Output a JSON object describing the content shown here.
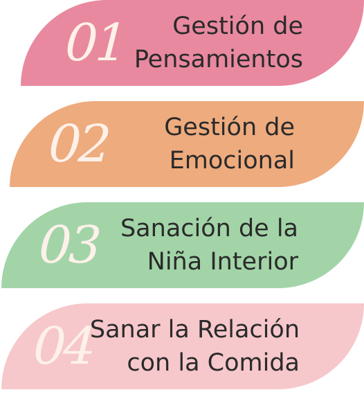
{
  "items": [
    {
      "number": "01",
      "line1": "Gestión de",
      "line2": "Pensamientos",
      "color": "#e8899f"
    },
    {
      "number": "02",
      "line1": "Gestión de",
      "line2": "Emocional",
      "color": "#eeab7e"
    },
    {
      "number": "03",
      "line1": "Sanación de la",
      "line2": "Niña Interior",
      "color": "#a2d4a8"
    },
    {
      "number": "04",
      "line1": "Sanar la Relación",
      "line2": "con la Comida",
      "color": "#f6c8cb"
    }
  ]
}
